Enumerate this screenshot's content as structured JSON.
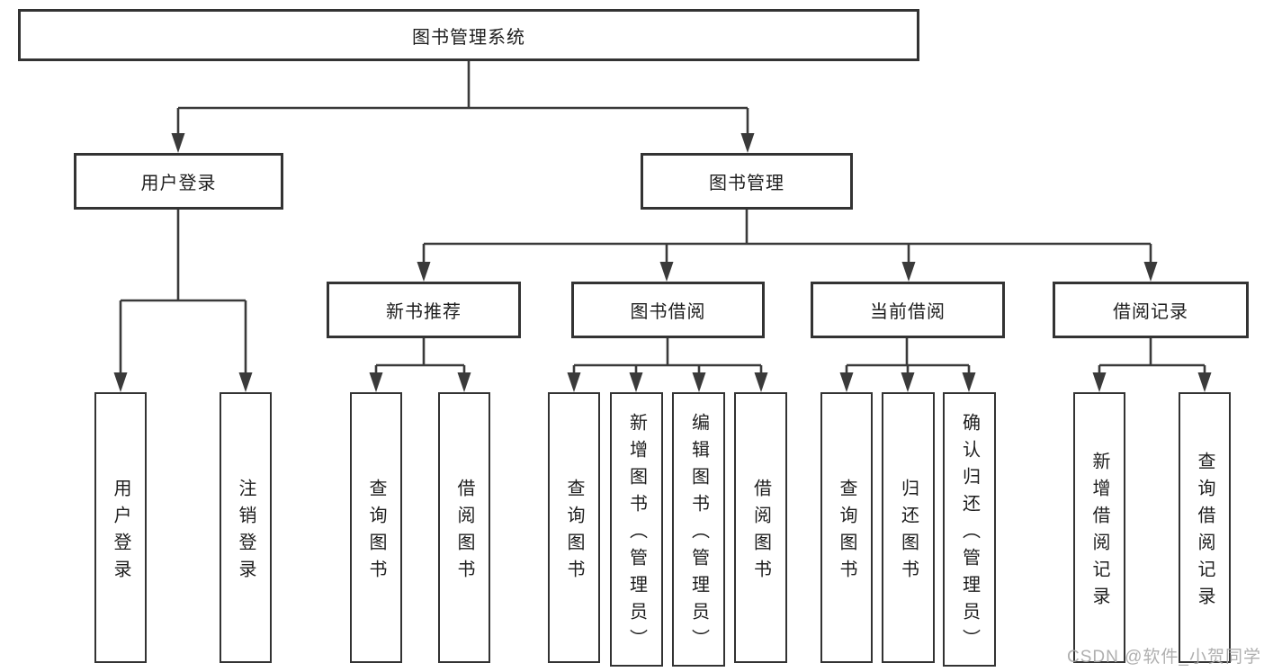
{
  "tree": {
    "label": "图书管理系统",
    "children": [
      {
        "label": "用户登录",
        "children": [
          {
            "label": "用户登录"
          },
          {
            "label": "注销登录"
          }
        ]
      },
      {
        "label": "图书管理",
        "children": [
          {
            "label": "新书推荐",
            "children": [
              {
                "label": "查询图书"
              },
              {
                "label": "借阅图书"
              }
            ]
          },
          {
            "label": "图书借阅",
            "children": [
              {
                "label": "查询图书"
              },
              {
                "label": "新增图书（管理员）"
              },
              {
                "label": "编辑图书（管理员）"
              },
              {
                "label": "借阅图书"
              }
            ]
          },
          {
            "label": "当前借阅",
            "children": [
              {
                "label": "查询图书"
              },
              {
                "label": "归还图书"
              },
              {
                "label": "确认归还（管理员）"
              }
            ]
          },
          {
            "label": "借阅记录",
            "children": [
              {
                "label": "新增借阅记录"
              },
              {
                "label": "查询借阅记录"
              }
            ]
          }
        ]
      }
    ]
  },
  "watermark": "CSDN @软件_小贺同学",
  "colors": {
    "line": "#3a3a3a",
    "box_border": "#333333",
    "text": "#1e1e1e",
    "background": "#ffffff",
    "watermark": "#a7a7a7"
  }
}
